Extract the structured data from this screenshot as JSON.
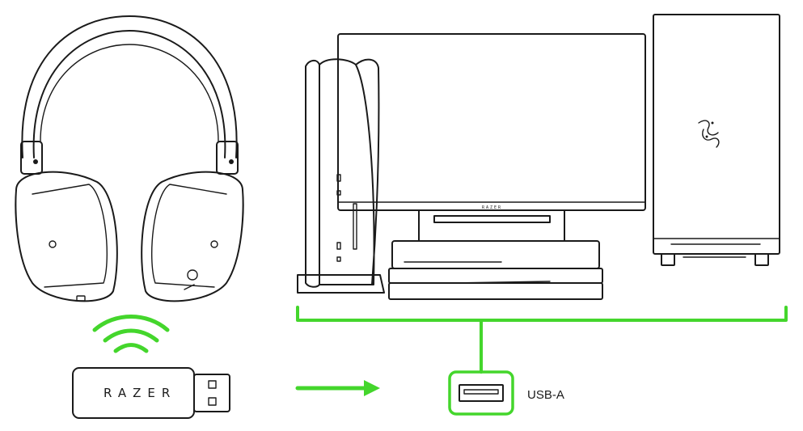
{
  "diagram": {
    "dongle_brand": "RAZER",
    "port_label": "USB-A",
    "monitor_brand": "RAZER"
  },
  "colors": {
    "accent": "#44d62c",
    "line": "#1a1a1a",
    "background": "#ffffff"
  },
  "icons": [
    "headset-icon",
    "wireless-signal-icon",
    "usb-dongle-icon",
    "arrow-right-icon",
    "console-icon",
    "monitor-icon",
    "pc-tower-icon",
    "usb-a-port-icon"
  ]
}
